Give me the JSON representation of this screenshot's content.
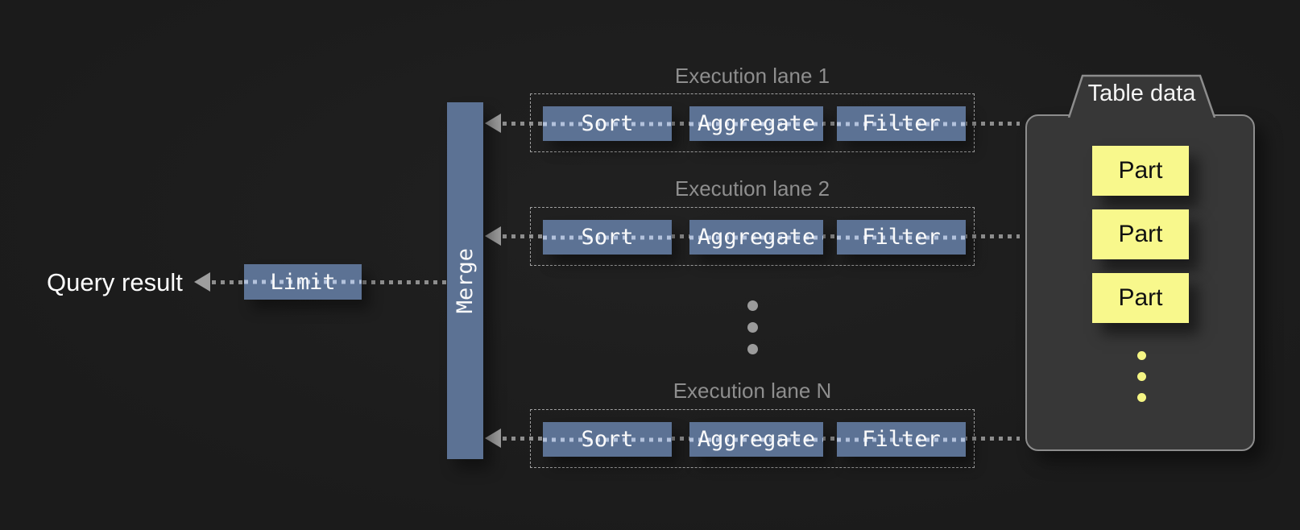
{
  "title": "Query execution pipeline diagram",
  "query_result_label": "Query result",
  "limit_label": "Limit",
  "merge_label": "Merge",
  "lanes": [
    {
      "label": "Execution lane 1",
      "ops": [
        "Sort",
        "Aggregate",
        "Filter"
      ]
    },
    {
      "label": "Execution lane 2",
      "ops": [
        "Sort",
        "Aggregate",
        "Filter"
      ]
    },
    {
      "label": "Execution lane N",
      "ops": [
        "Sort",
        "Aggregate",
        "Filter"
      ]
    }
  ],
  "lanes_ellipsis": "vertical-dots-3",
  "table_data": {
    "title": "Table data",
    "parts": [
      "Part",
      "Part",
      "Part"
    ],
    "parts_ellipsis": "vertical-dots-3"
  },
  "colors": {
    "background": "#1c1c1c",
    "operator_blue": "#5c7294",
    "part_yellow": "#f8f88c",
    "connector_gray": "#8e8e8e",
    "container_fill": "#373737",
    "container_border": "#8d8d8d",
    "text_white": "#fafafa",
    "label_gray": "#8e8e8e"
  }
}
